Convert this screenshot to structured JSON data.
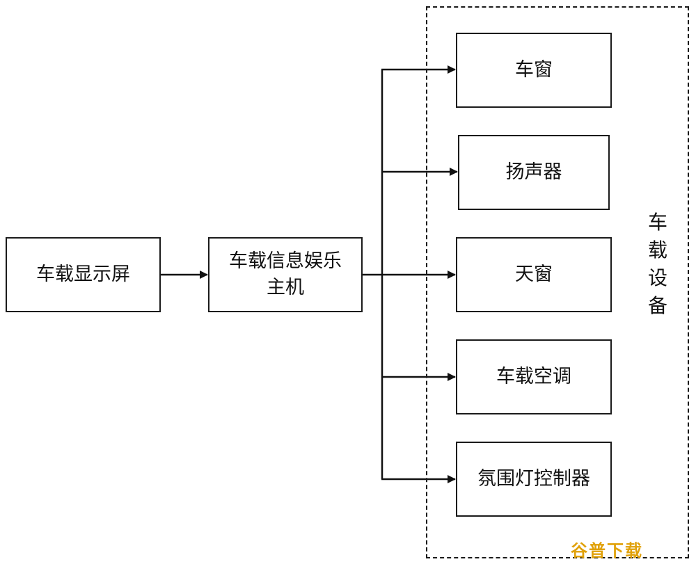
{
  "display_box": {
    "label": "车载显示屏"
  },
  "host_box": {
    "line1": "车载信息娱乐",
    "line2": "主机"
  },
  "devices": [
    {
      "label": "车窗"
    },
    {
      "label": "扬声器"
    },
    {
      "label": "天窗"
    },
    {
      "label": "车载空调"
    },
    {
      "label": "氛围灯控制器"
    }
  ],
  "group_label": "车载设备",
  "watermark": "谷普下载"
}
